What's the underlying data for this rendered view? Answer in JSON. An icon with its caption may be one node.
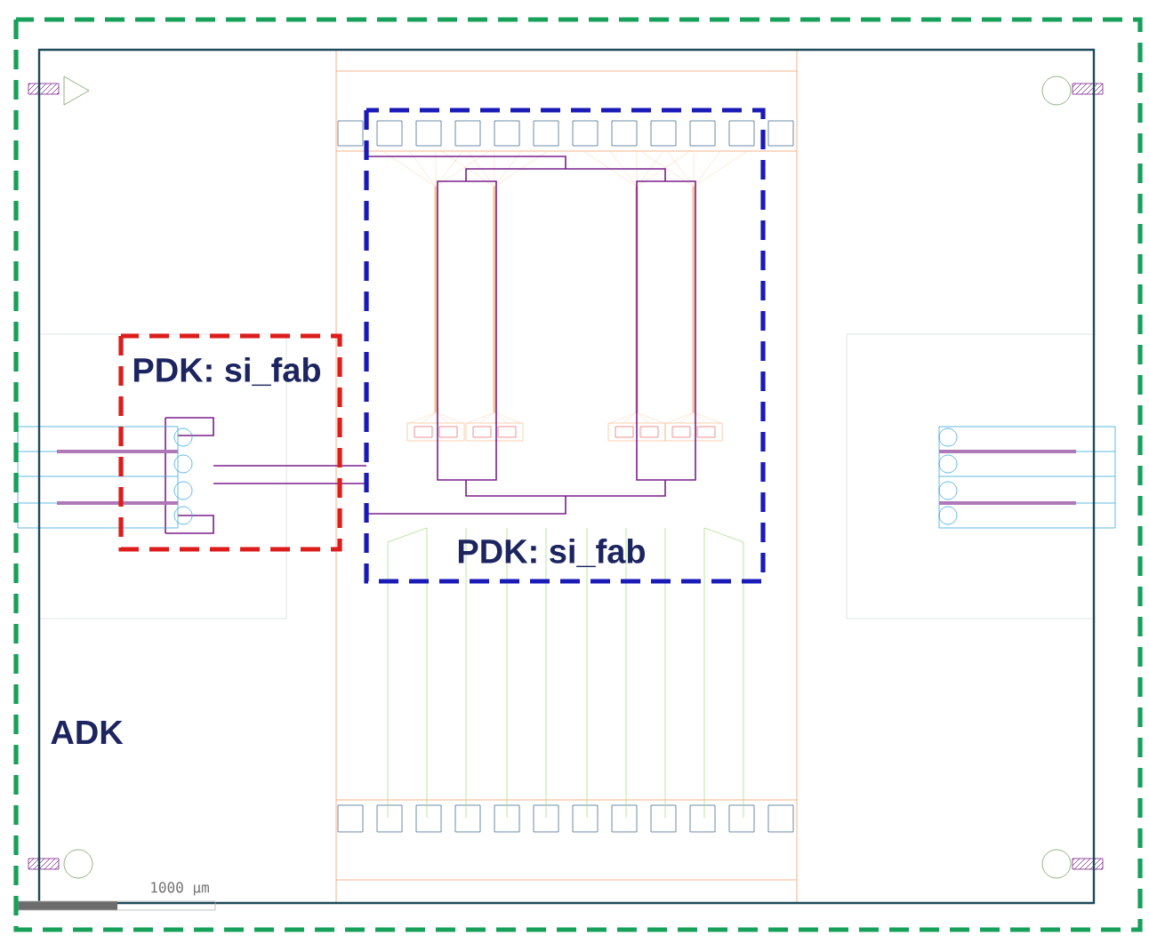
{
  "diagram": {
    "nodes": [
      {
        "text": [
          "ADK"
        ]
      },
      {
        "text": [
          "PDK: si_fab"
        ],
        "in": 0
      },
      {
        "text": [
          "PDK: si_fab"
        ],
        "in": 0
      }
    ],
    "labels": [
      "1000 µm"
    ]
  }
}
